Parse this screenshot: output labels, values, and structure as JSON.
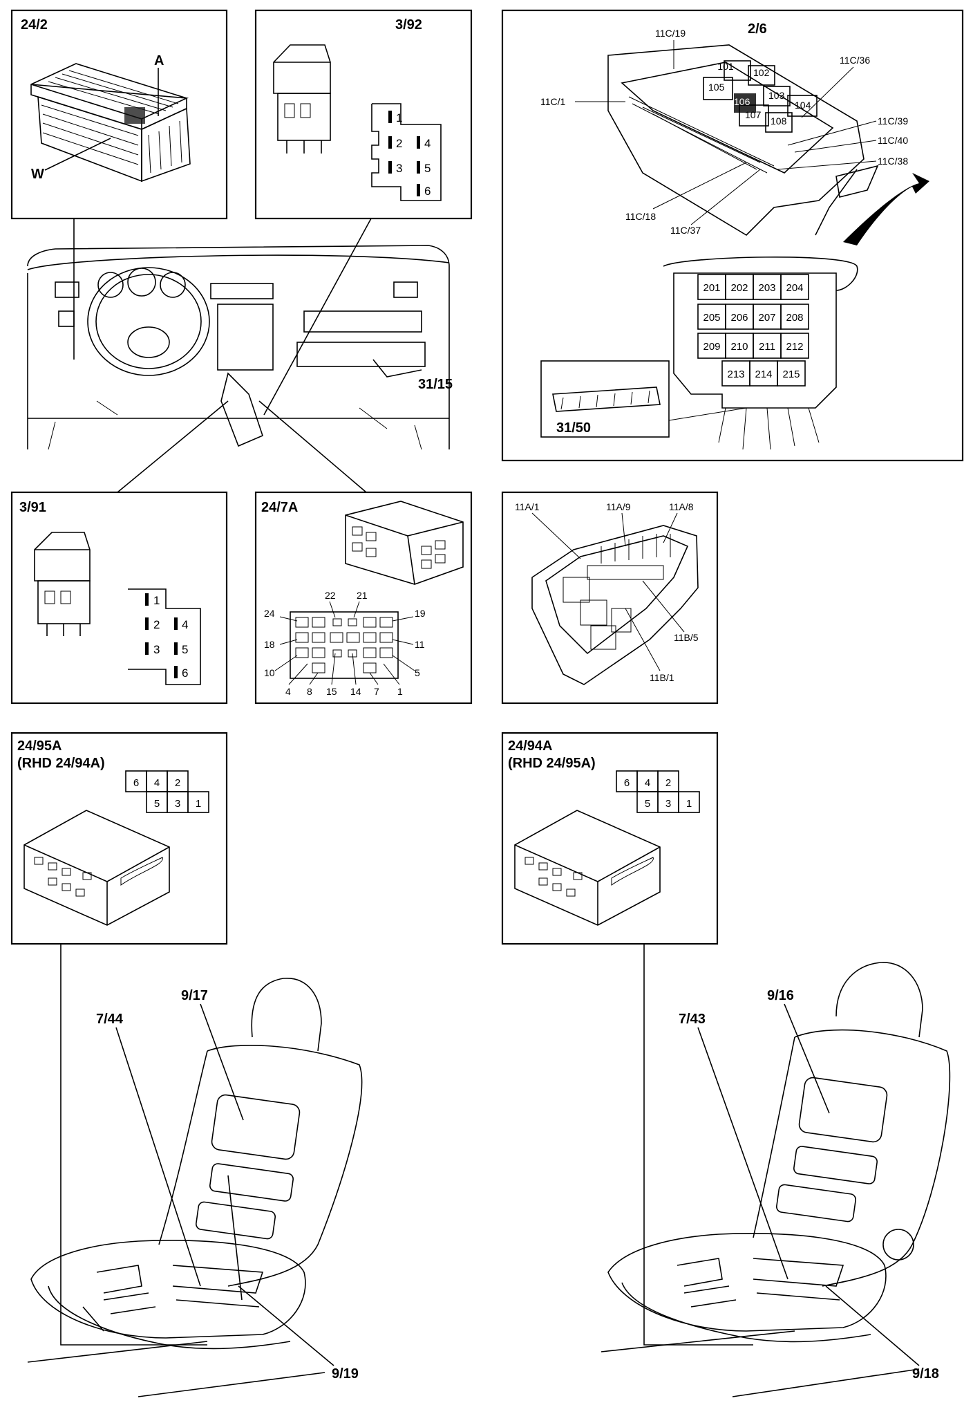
{
  "panels": {
    "p_24_2": {
      "title": "24/2",
      "label_a": "A",
      "label_w": "W"
    },
    "p_3_92": {
      "title": "3/92",
      "pins": [
        "1",
        "2",
        "3",
        "4",
        "5",
        "6"
      ]
    },
    "p_2_6": {
      "title": "2/6",
      "callouts": [
        "11C/19",
        "11C/1",
        "11C/36",
        "11C/39",
        "11C/40",
        "11C/38",
        "11C/18",
        "11C/37"
      ],
      "fuses_top": [
        "101",
        "102",
        "103",
        "104",
        "105",
        "106",
        "107",
        "108"
      ],
      "relays": [
        "201",
        "202",
        "203",
        "204",
        "205",
        "206",
        "207",
        "208",
        "209",
        "210",
        "211",
        "212",
        "213",
        "214",
        "215"
      ],
      "sub_label": "31/50"
    },
    "dash": {
      "callout": "31/15"
    },
    "p_3_91": {
      "title": "3/91",
      "pins": [
        "1",
        "2",
        "3",
        "4",
        "5",
        "6"
      ]
    },
    "p_24_7a": {
      "title": "24/7A",
      "pins": [
        "22",
        "21",
        "24",
        "19",
        "18",
        "11",
        "10",
        "5",
        "4",
        "8",
        "15",
        "14",
        "7",
        "1"
      ]
    },
    "p_11a": {
      "callouts": [
        "11A/1",
        "11A/9",
        "11A/8",
        "11B/5",
        "11B/1"
      ]
    },
    "p_24_95a": {
      "title": "24/95A",
      "subtitle": "(RHD 24/94A)",
      "grid_top": [
        "6",
        "4",
        "2"
      ],
      "grid_bottom": [
        "5",
        "3",
        "1"
      ]
    },
    "p_24_94a": {
      "title": "24/94A",
      "subtitle": "(RHD 24/95A)",
      "grid_top": [
        "6",
        "4",
        "2"
      ],
      "grid_bottom": [
        "5",
        "3",
        "1"
      ]
    },
    "seat_left": {
      "labels": [
        "9/17",
        "7/44",
        "9/19"
      ]
    },
    "seat_right": {
      "labels": [
        "9/16",
        "7/43",
        "9/18"
      ]
    }
  }
}
